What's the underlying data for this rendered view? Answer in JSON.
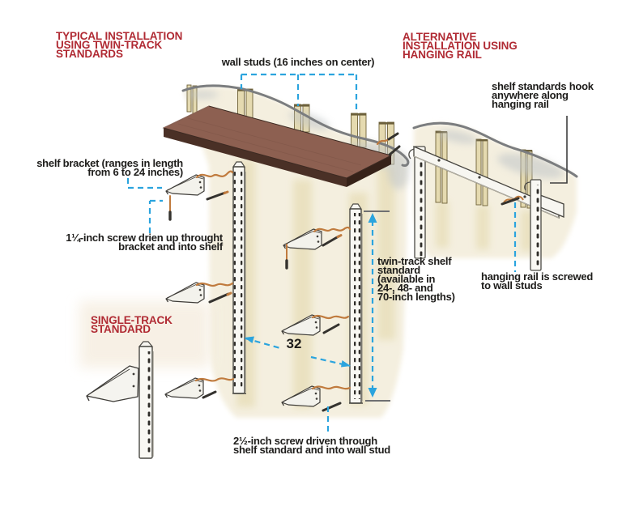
{
  "figure": {
    "type": "shelf-installation-diagram"
  },
  "titles": {
    "typical": {
      "lines": [
        "TYPICAL INSTALLATION",
        "USING TWIN-TRACK",
        "STANDARDS"
      ]
    },
    "alternative": {
      "lines": [
        "ALTERNATIVE",
        "INSTALLATION USING",
        "HANGING RAIL"
      ]
    },
    "single_track": {
      "lines": [
        "SINGLE-TRACK",
        "STANDARD"
      ]
    }
  },
  "labels": {
    "wall_studs": "wall studs (16 inches on center)",
    "shelf_standards_hook": {
      "lines": [
        "shelf standards hook",
        "anywhere along",
        "hanging rail"
      ]
    },
    "shelf_bracket": {
      "lines": [
        "shelf bracket (ranges in length",
        "from 6 to 24 inches)"
      ]
    },
    "screw_up": {
      "lines": [
        "1¼-inch screw drien up throught",
        "bracket and into shelf"
      ]
    },
    "twin_track_standard": {
      "lines": [
        "twin-track shelf",
        "standard",
        "(available in",
        "24-, 48- and",
        "70-inch lengths)"
      ]
    },
    "hanging_rail_screwed": {
      "lines": [
        "hanging rail is screwed",
        "to wall studs"
      ]
    },
    "screw_through": {
      "lines": [
        "2½-inch screw driven through",
        "shelf standard and into wall stud"
      ]
    },
    "dimension_32": "32"
  },
  "colors": {
    "accent_red": "#b02a33",
    "leader_blue": "#2ba4de",
    "wall_cream": "#f4efdf",
    "stud_tan": "#e5dab0",
    "shelf_brown": "#8d6051",
    "shelf_edge_dark": "#4a3026",
    "metal_white": "#f7f6f1",
    "outline_dark": "#3e3c38",
    "copper": "#c07b3e",
    "wave_gray": "#7b7d7f",
    "text_black": "#1d1c1a"
  }
}
